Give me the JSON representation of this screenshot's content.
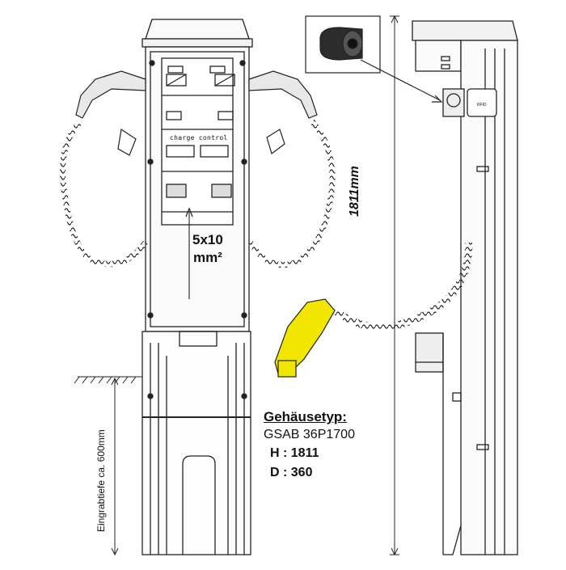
{
  "specs": {
    "title": "Gehäusetyp:",
    "model": "GSAB 36P1700",
    "height": "H : 1811",
    "depth": "D : 360"
  },
  "labels": {
    "cable_size_line1": "5x10",
    "cable_size_line2": "mm²",
    "overall_height": "1811mm",
    "install_depth": "Eingrabtiefe ca. 600mm",
    "charge_control": "charge control",
    "rfid": "RFID"
  },
  "colors": {
    "line": "#222222",
    "plug_highlight": "#f2e600",
    "housing_fill": "#f7f7f7"
  }
}
